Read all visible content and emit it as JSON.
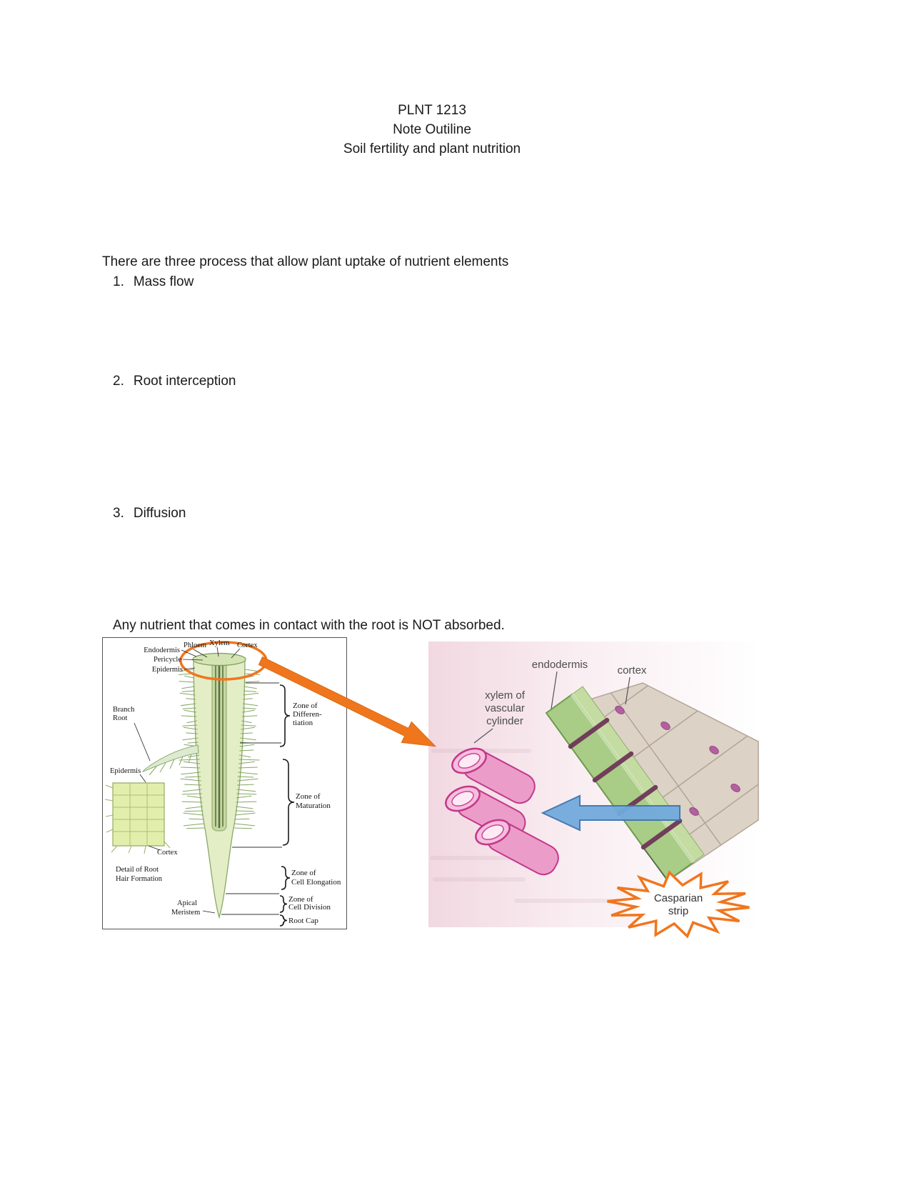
{
  "doc": {
    "title_lines": [
      "PLNT 1213",
      "Note Outiline",
      "Soil fertility and plant nutrition"
    ],
    "intro": "There are three process that allow plant uptake of nutrient elements",
    "processes": [
      {
        "num": "1.",
        "label": "Mass flow"
      },
      {
        "num": "2.",
        "label": "Root interception"
      },
      {
        "num": "3.",
        "label": "Diffusion"
      }
    ],
    "note": "Any nutrient that comes in contact with the root is NOT absorbed."
  },
  "root_figure": {
    "labels": {
      "phloem": "Phloem",
      "xylem": "Xylem",
      "cortex_top": "Cortex",
      "endodermis": "Endodermis",
      "pericycle": "Pericycle",
      "epidermis_top": "Epidermis",
      "branch_root": [
        "Branch",
        "Root"
      ],
      "epidermis_side": "Epidermis",
      "cortex_side": "Cortex",
      "detail_caption": [
        "Detail of Root",
        "Hair Formation"
      ],
      "apical_meristem": [
        "Apical",
        "Meristem"
      ],
      "zone_differentiation": [
        "Zone of",
        "Differen-",
        "tiation"
      ],
      "zone_maturation": [
        "Zone of",
        "Maturation"
      ],
      "zone_elongation": [
        "Zone of",
        "Cell Elongation"
      ],
      "zone_division": [
        "Zone of",
        "Cell Division"
      ],
      "root_cap": "Root Cap"
    }
  },
  "cross_section_figure": {
    "labels": {
      "endodermis": "endodermis",
      "cortex": "cortex",
      "xylem": [
        "xylem of",
        "vascular",
        "cylinder"
      ],
      "casparian": [
        "Casparian",
        "strip"
      ]
    }
  },
  "colors": {
    "annotation_orange": "#f0761e",
    "xylem_magenta": "#c2388a",
    "endodermis_green": "#a9cc86",
    "arrow_blue": "#72aadd"
  }
}
